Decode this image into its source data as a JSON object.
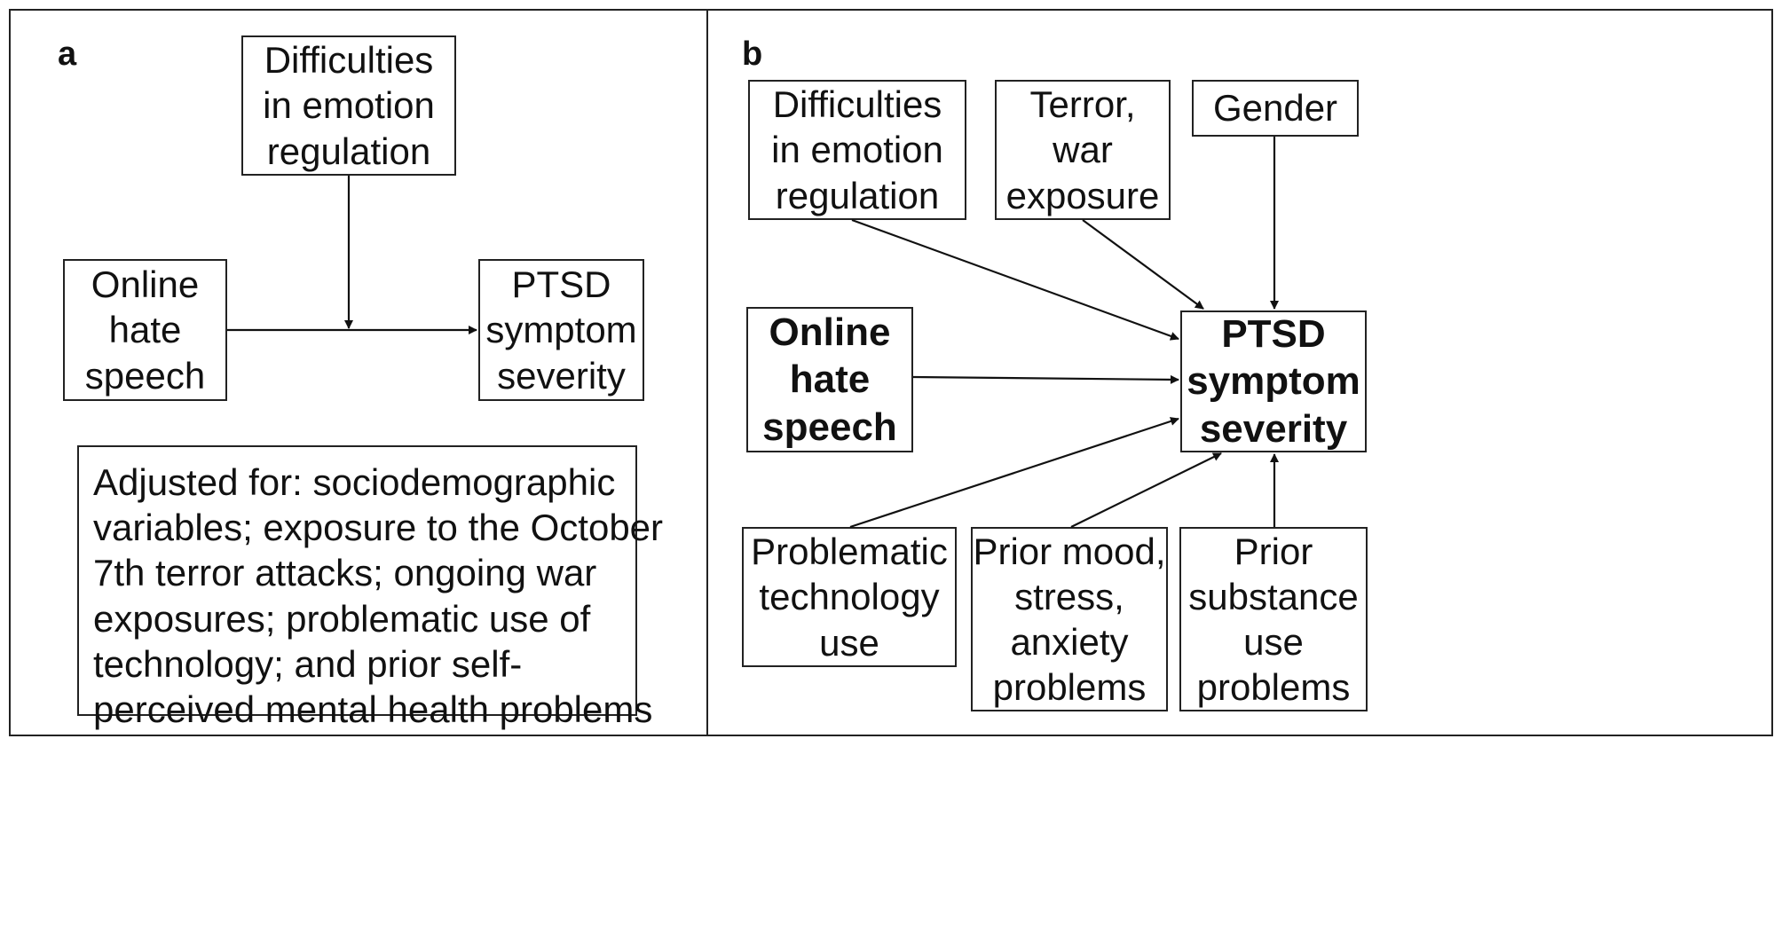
{
  "panel_a": {
    "label": "a",
    "moderator": [
      "Difficulties",
      "in emotion",
      "regulation"
    ],
    "predictor": [
      "Online",
      "hate",
      "speech"
    ],
    "outcome": [
      "PTSD",
      "symptom",
      "severity"
    ],
    "adjusted_note": [
      "Adjusted for: sociodemographic",
      "variables; exposure to the October",
      "7th terror attacks; ongoing war",
      "exposures; problematic use of",
      "technology; and prior self-",
      "perceived mental health problems"
    ]
  },
  "panel_b": {
    "label": "b",
    "emotion_regulation": [
      "Difficulties",
      "in emotion",
      "regulation"
    ],
    "terror_war": [
      "Terror,",
      "war",
      "exposure"
    ],
    "gender": [
      "Gender"
    ],
    "predictor": [
      "Online",
      "hate",
      "speech"
    ],
    "outcome": [
      "PTSD",
      "symptom",
      "severity"
    ],
    "problematic_tech": [
      "Problematic",
      "technology",
      "use"
    ],
    "prior_mood": [
      "Prior mood,",
      "stress,",
      "anxiety",
      "problems"
    ],
    "prior_substance": [
      "Prior",
      "substance",
      "use",
      "problems"
    ]
  }
}
